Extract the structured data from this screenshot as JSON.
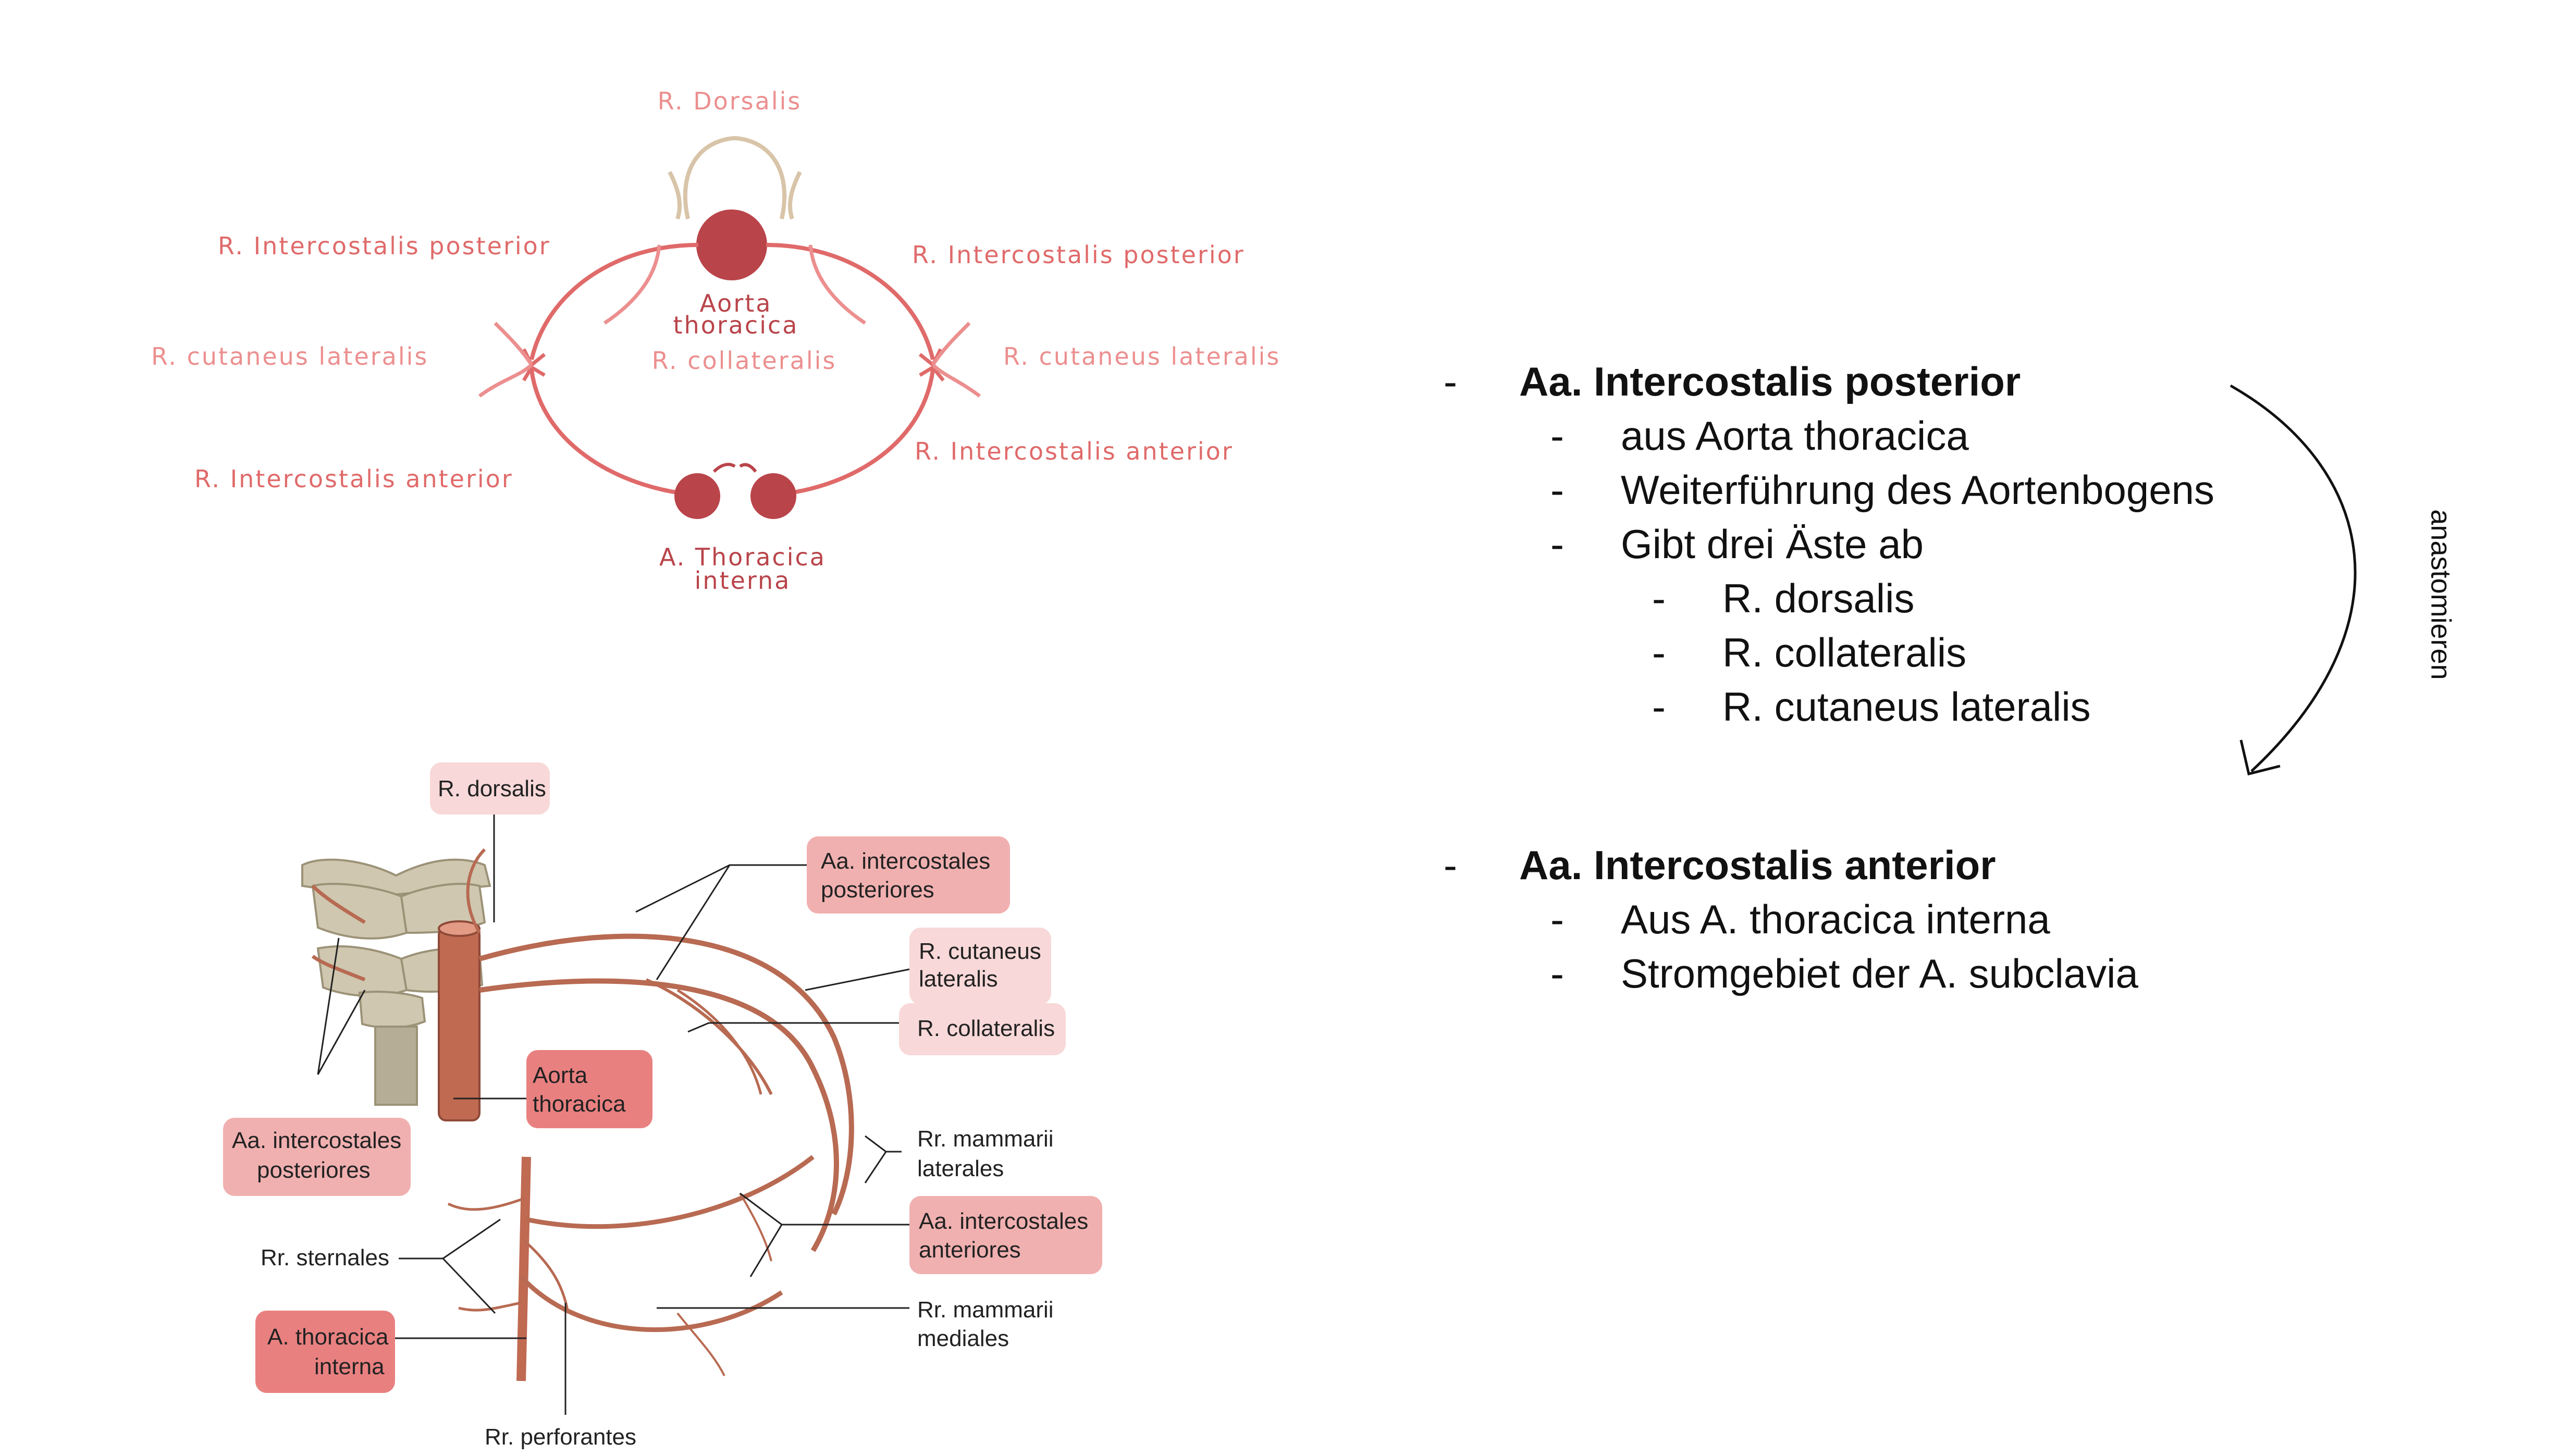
{
  "schema": {
    "r_dorsalis": "R. Dorsalis",
    "ic_post_left": "R. Intercostalis posterior",
    "ic_post_right": "R. Intercostalis posterior",
    "cut_lat_left": "R. cutaneus lateralis",
    "cut_lat_right": "R. cutaneus lateralis",
    "aorta_1": "Aorta",
    "aorta_2": "thoracica",
    "collateralis": "R. collateralis",
    "ic_ant_left": "R. Intercostalis anterior",
    "ic_ant_right": "R. Intercostalis anterior",
    "thor_int_1": "A. Thoracica",
    "thor_int_2": "interna"
  },
  "atlas": {
    "r_dorsalis": "R. dorsalis",
    "ic_post_top_1": "Aa. intercostales",
    "ic_post_top_2": "posteriores",
    "cut_lat_1": "R. cutaneus",
    "cut_lat_2": "lateralis",
    "collateralis": "R. collateralis",
    "aorta_1": "Aorta",
    "aorta_2": "thoracica",
    "ic_post_left_1": "Aa. intercostales",
    "ic_post_left_2": "posteriores",
    "mamm_lat_1": "Rr. mammarii",
    "mamm_lat_2": "laterales",
    "ic_ant_1": "Aa. intercostales",
    "ic_ant_2": "anteriores",
    "sternales": "Rr. sternales",
    "mamm_med_1": "Rr. mammarii",
    "mamm_med_2": "mediales",
    "thor_int_1": "A. thoracica",
    "thor_int_2": "interna",
    "perforantes": "Rr. perforantes"
  },
  "notes": {
    "posterior": {
      "heading": "Aa. Intercostalis posterior",
      "items": [
        "aus Aorta thoracica",
        "Weiterführung des Aortenbogens",
        "Gibt drei Äste ab"
      ],
      "subitems": [
        "R. dorsalis",
        "R. collateralis",
        "R. cutaneus lateralis"
      ]
    },
    "anterior": {
      "heading": "Aa. Intercostalis anterior",
      "items": [
        "Aus A. thoracica interna",
        "Stromgebiet der A. subclavia"
      ]
    },
    "dash": "-",
    "arrow_label": "anastomieren"
  },
  "colors": {
    "dark_red": "#b9444a",
    "mid_red": "#e06a6a",
    "light_red": "#ec8f8f",
    "vessel": "#b86a52",
    "bone": "#cfc7b0",
    "box_dark": "#e98080",
    "box_mid": "#f1b0b0",
    "box_light": "#f8d8d8"
  }
}
